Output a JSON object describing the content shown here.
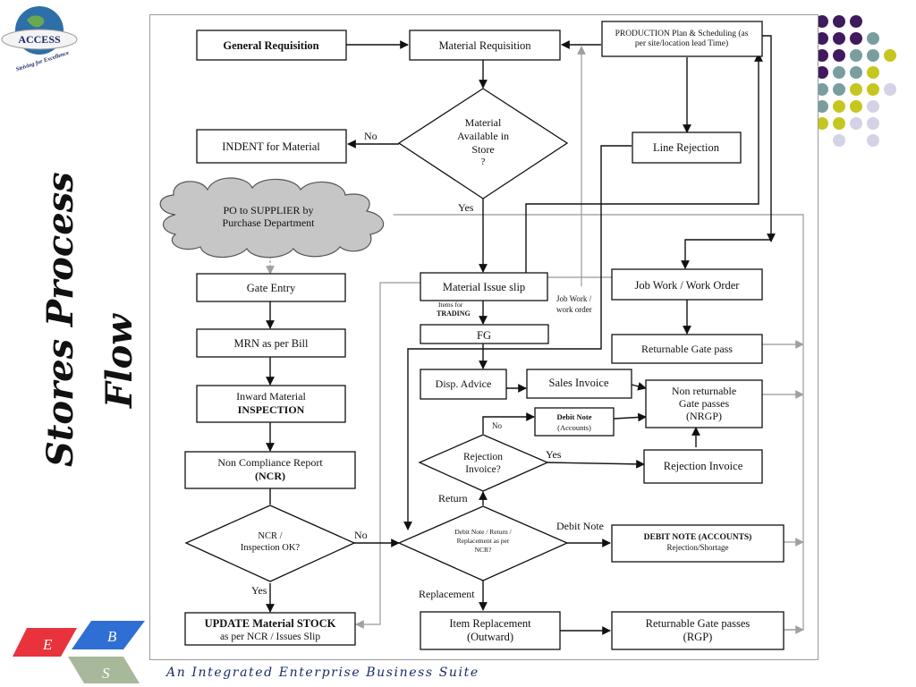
{
  "logo": {
    "name": "ACCESS",
    "tagline": "Striving for Excellence"
  },
  "side_title": {
    "line1": "Stores Process",
    "line2": "Flow"
  },
  "nodes": {
    "general_req": {
      "text": "General Requisition"
    },
    "material_req": {
      "text": "Material Requisition"
    },
    "production": {
      "line1": "PRODUCTION Plan & Scheduling (as",
      "line2": "per site/location lead Time)"
    },
    "material_avail": {
      "line1": "Material",
      "line2": "Available in",
      "line3": "Store",
      "line4": "?"
    },
    "indent": {
      "text": "INDENT for Material"
    },
    "line_rejection": {
      "text": "Line Rejection"
    },
    "po_supplier": {
      "line1": "PO to SUPPLIER by",
      "line2": "Purchase Department"
    },
    "gate_entry": {
      "text": "Gate Entry"
    },
    "material_issue": {
      "text": "Material Issue slip"
    },
    "job_work": {
      "text": "Job Work / Work Order"
    },
    "mrn": {
      "text": "MRN as per Bill"
    },
    "fg": {
      "text": "FG"
    },
    "returnable_gp": {
      "text": "Returnable Gate pass"
    },
    "inward": {
      "line1": "Inward Material",
      "line2": "INSPECTION"
    },
    "disp_advice": {
      "text": "Disp. Advice"
    },
    "sales_invoice": {
      "text": "Sales Invoice"
    },
    "nrgp": {
      "line1": "Non returnable",
      "line2": "Gate passes",
      "line3": "(NRGP)"
    },
    "debit_note_acc": {
      "line1": "Debit Note",
      "line2": "(Accounts)"
    },
    "ncr": {
      "line1": "Non Compliance Report",
      "line2": "(NCR)"
    },
    "rejection_invoice_q": {
      "line1": "Rejection",
      "line2": "Invoice?"
    },
    "rejection_invoice": {
      "text": "Rejection Invoice"
    },
    "ncr_ok": {
      "line1": "NCR /",
      "line2": "Inspection OK?"
    },
    "debit_return": {
      "line1": "Debit Note / Return /",
      "line2": "Replacement as per",
      "line3": "NCR?"
    },
    "debit_note_big": {
      "line1": "DEBIT NOTE (ACCOUNTS)",
      "line2": "Rejection/Shortage"
    },
    "update_stock": {
      "line1": "UPDATE Material STOCK",
      "line2": "as per NCR / Issues Slip"
    },
    "item_replacement": {
      "line1": "Item Replacement",
      "line2": "(Outward)"
    },
    "rgp": {
      "line1": "Returnable Gate passes",
      "line2": "(RGP)"
    }
  },
  "labels": {
    "no_indent": "No",
    "yes_avail": "Yes",
    "items_trading_1": "Items for",
    "items_trading_2": "TRADING",
    "job_work_1": "Job Work /",
    "job_work_2": "work order",
    "no_debit": "No",
    "yes_rejection": "Yes",
    "return": "Return",
    "debit_note": "Debit Note",
    "replacement": "Replacement",
    "no_ncr": "No",
    "yes_ncr": "Yes"
  },
  "ebs": {
    "e": "E",
    "b": "B",
    "s": "S"
  },
  "tagline": "An Integrated Enterprise Business Suite",
  "colors": {
    "purple": "#3f1a5c",
    "teal": "#7a9e9f",
    "olive": "#c6c621",
    "lavender": "#d4d2e6",
    "gray_line": "#a8a8a8",
    "cloud": "#c6c6c6"
  }
}
